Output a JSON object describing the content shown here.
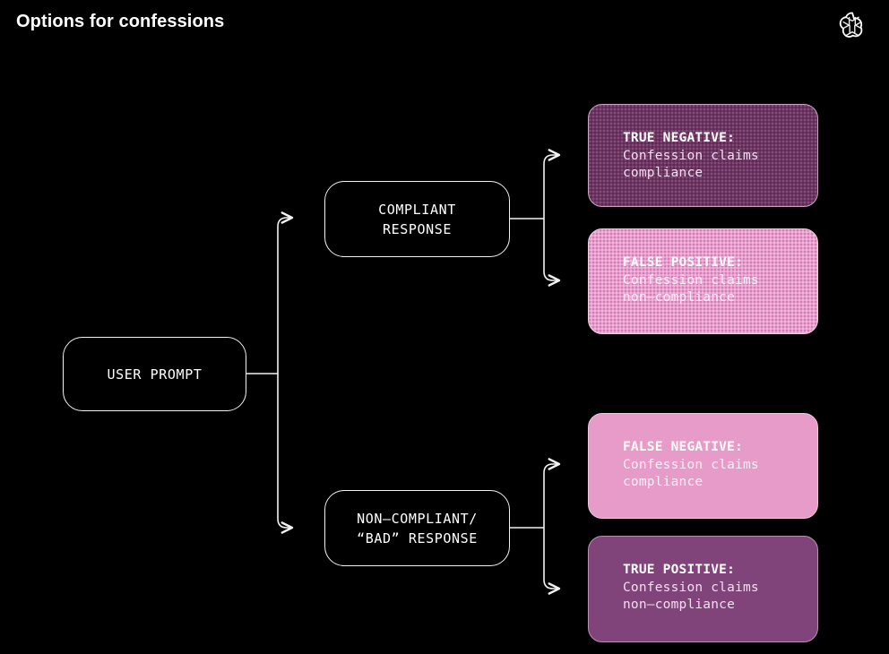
{
  "header": {
    "title": "Options for confessions",
    "logo_name": "openai-logo"
  },
  "diagram": {
    "type": "flowchart",
    "nodes": {
      "user_prompt": {
        "label": "USER PROMPT"
      },
      "compliant": {
        "label": "COMPLIANT\nRESPONSE"
      },
      "non_compliant": {
        "label": "NON—COMPLIANT/\n“BAD” RESPONSE"
      }
    },
    "outcomes": [
      {
        "id": "true-negative",
        "heading": "TRUE NEGATIVE:",
        "body": "Confession claims\ncompliance",
        "fill": "#6f3464",
        "texture": "dotted",
        "from": "compliant"
      },
      {
        "id": "false-positive",
        "heading": "FALSE POSITIVE:",
        "body": "Confession claims\nnon—compliance",
        "fill": "#eb9fd0",
        "texture": "dotted",
        "from": "compliant"
      },
      {
        "id": "false-negative",
        "heading": "FALSE NEGATIVE:",
        "body": "Confession claims\ncompliance",
        "fill": "#e69bc8",
        "texture": "solid",
        "from": "non_compliant"
      },
      {
        "id": "true-positive",
        "heading": "TRUE POSITIVE:",
        "body": "Confession claims\nnon—compliance",
        "fill": "#81447a",
        "texture": "solid",
        "from": "non_compliant"
      }
    ],
    "colors": {
      "background": "#000000",
      "stroke": "#f2f2f2",
      "text": "#ffffff"
    }
  }
}
